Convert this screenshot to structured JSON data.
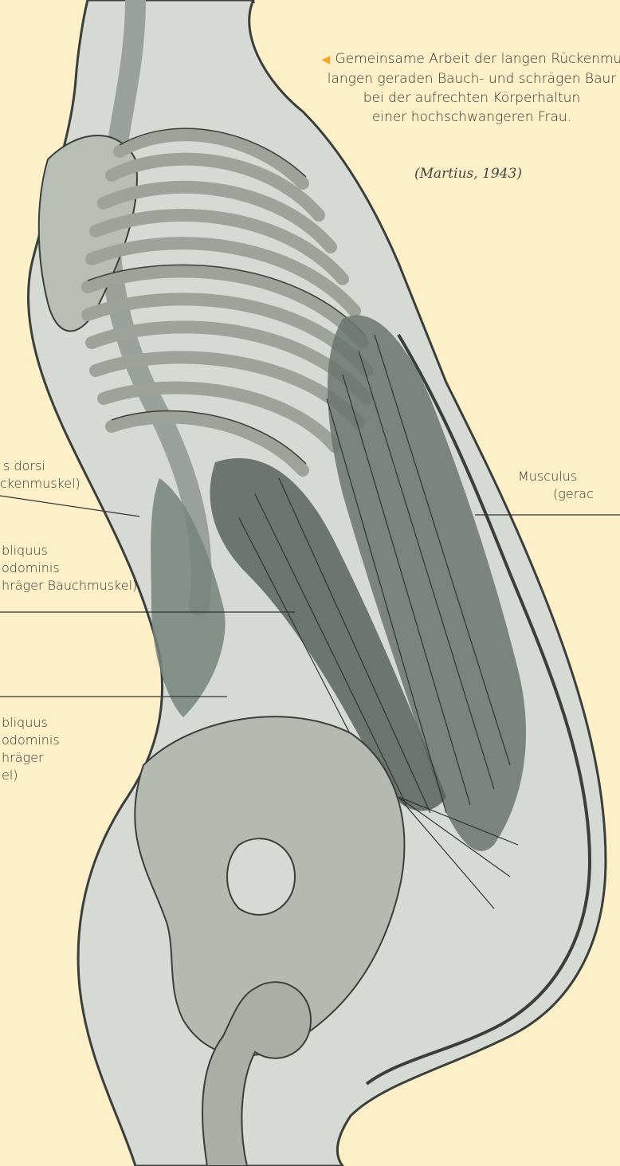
{
  "caption": {
    "lines": [
      "Gemeinsame Arbeit der langen Rückenmu",
      "langen geraden Bauch- und schrägen Baur",
      "bei der aufrechten Körperhaltun",
      "einer hochschwangeren Frau."
    ],
    "source": "(Martius, 1943)",
    "arrow_color": "#f5a623"
  },
  "labels": {
    "latissimus": [
      "s dorsi",
      "ckenmuskel)"
    ],
    "rectus": [
      "Musculus",
      "(gerac"
    ],
    "obliquus_externus": [
      "bliquus",
      "odominis",
      "hräger Bauchmuskel)"
    ],
    "obliquus_internus": [
      "bliquus",
      "odominis",
      "hräger",
      "el)"
    ]
  },
  "colors": {
    "background": "#fdf0c9",
    "skin": "#d9dcd7",
    "bone": "#b9beb6",
    "muscle": "#55605a",
    "outline": "#3a3f3b"
  }
}
